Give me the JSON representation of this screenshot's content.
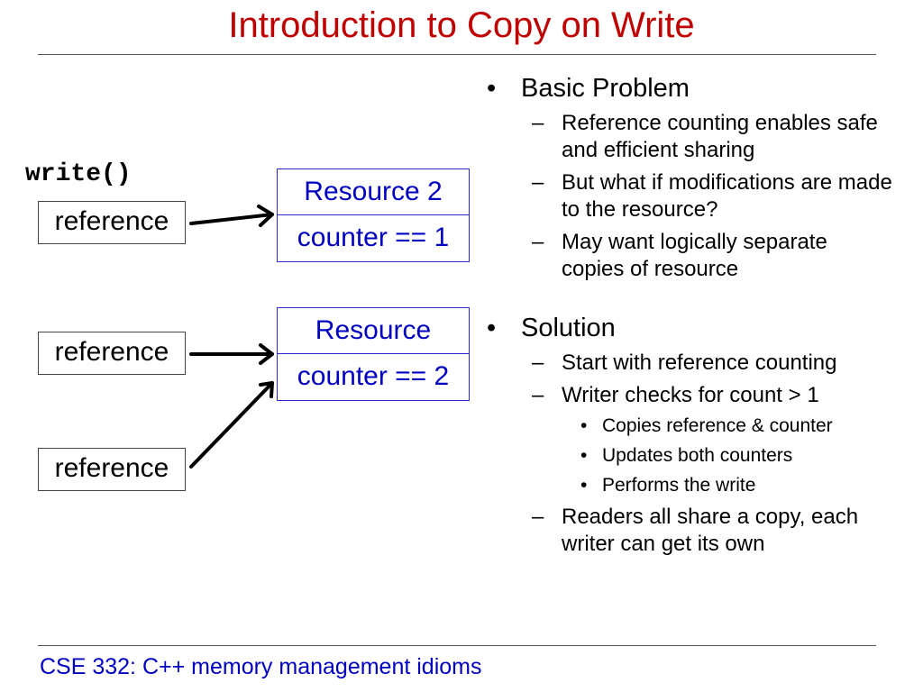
{
  "slide": {
    "title": "Introduction to Copy on Write",
    "footer": "CSE 332: C++ memory management idioms"
  },
  "diagram": {
    "code_label": "write()",
    "references": [
      "reference",
      "reference",
      "reference"
    ],
    "resource_2": {
      "name": "Resource 2",
      "counter": "counter == 1"
    },
    "resource_1": {
      "name": "Resource",
      "counter": "counter == 2"
    }
  },
  "bullets": {
    "basic_problem": {
      "heading": "Basic Problem",
      "items": [
        "Reference counting enables safe and efficient sharing",
        "But what if modifications are made to the resource?",
        "May want logically separate copies of resource"
      ]
    },
    "solution": {
      "heading": "Solution",
      "items": [
        "Start with reference counting",
        "Writer checks for count > 1"
      ],
      "sub_items": [
        "Copies reference & counter",
        "Updates both counters",
        "Performs the write"
      ],
      "last_item": "Readers all share a copy, each writer can get its own"
    }
  },
  "markers": {
    "bullet": "•",
    "dash": "–"
  },
  "colors": {
    "title": "#c00000",
    "footer": "#0000c0",
    "resource_text": "#0000c0",
    "resource_border": "#2a2ad0"
  }
}
